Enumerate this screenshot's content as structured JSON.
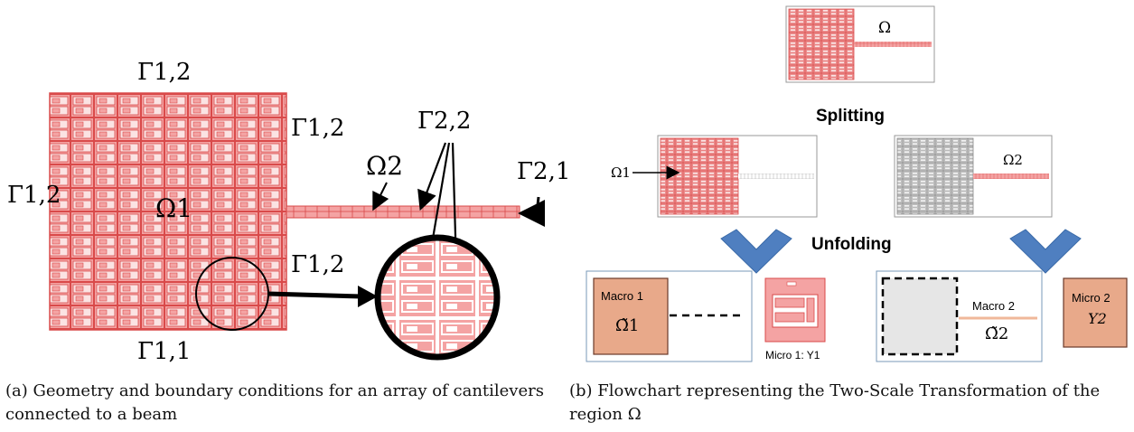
{
  "panel_a": {
    "labels": {
      "gamma_top": "Γ1,2",
      "gamma_right_upper": "Γ1,2",
      "gamma_left": "Γ1,2",
      "gamma_right_lower": "Γ1,2",
      "gamma_bottom": "Γ1,1",
      "gamma_beam_end": "Γ2,1",
      "gamma_beam_cells": "Γ2,2",
      "omega_beam": "Ω2",
      "omega_array": "Ω1"
    },
    "caption": "(a) Geometry and boundary conditions for an array of cantilevers connected to a beam"
  },
  "panel_b": {
    "labels": {
      "omega_full": "Ω",
      "splitting": "Splitting",
      "omega_1": "Ω1",
      "omega_2": "Ω2",
      "unfolding": "Unfolding",
      "macro_1": "Macro 1",
      "macro_1_symbol": "Ω̃1",
      "micro_1": "Micro 1: Y1",
      "macro_2": "Macro 2",
      "macro_2_symbol": "Ω̃2",
      "micro_2": "Micro 2",
      "micro_2_symbol": "Y2"
    },
    "caption": "(b) Flowchart representing the Two-Scale Transformation of the region Ω"
  },
  "colors": {
    "cell_fill": "#f4a3a3",
    "cell_stroke": "#d94a4a",
    "gray_fill": "#d8d8d8",
    "macro_fill": "#e8a98a",
    "arrow_blue": "#4f7fc0",
    "beam_line": "#f0b89a"
  }
}
